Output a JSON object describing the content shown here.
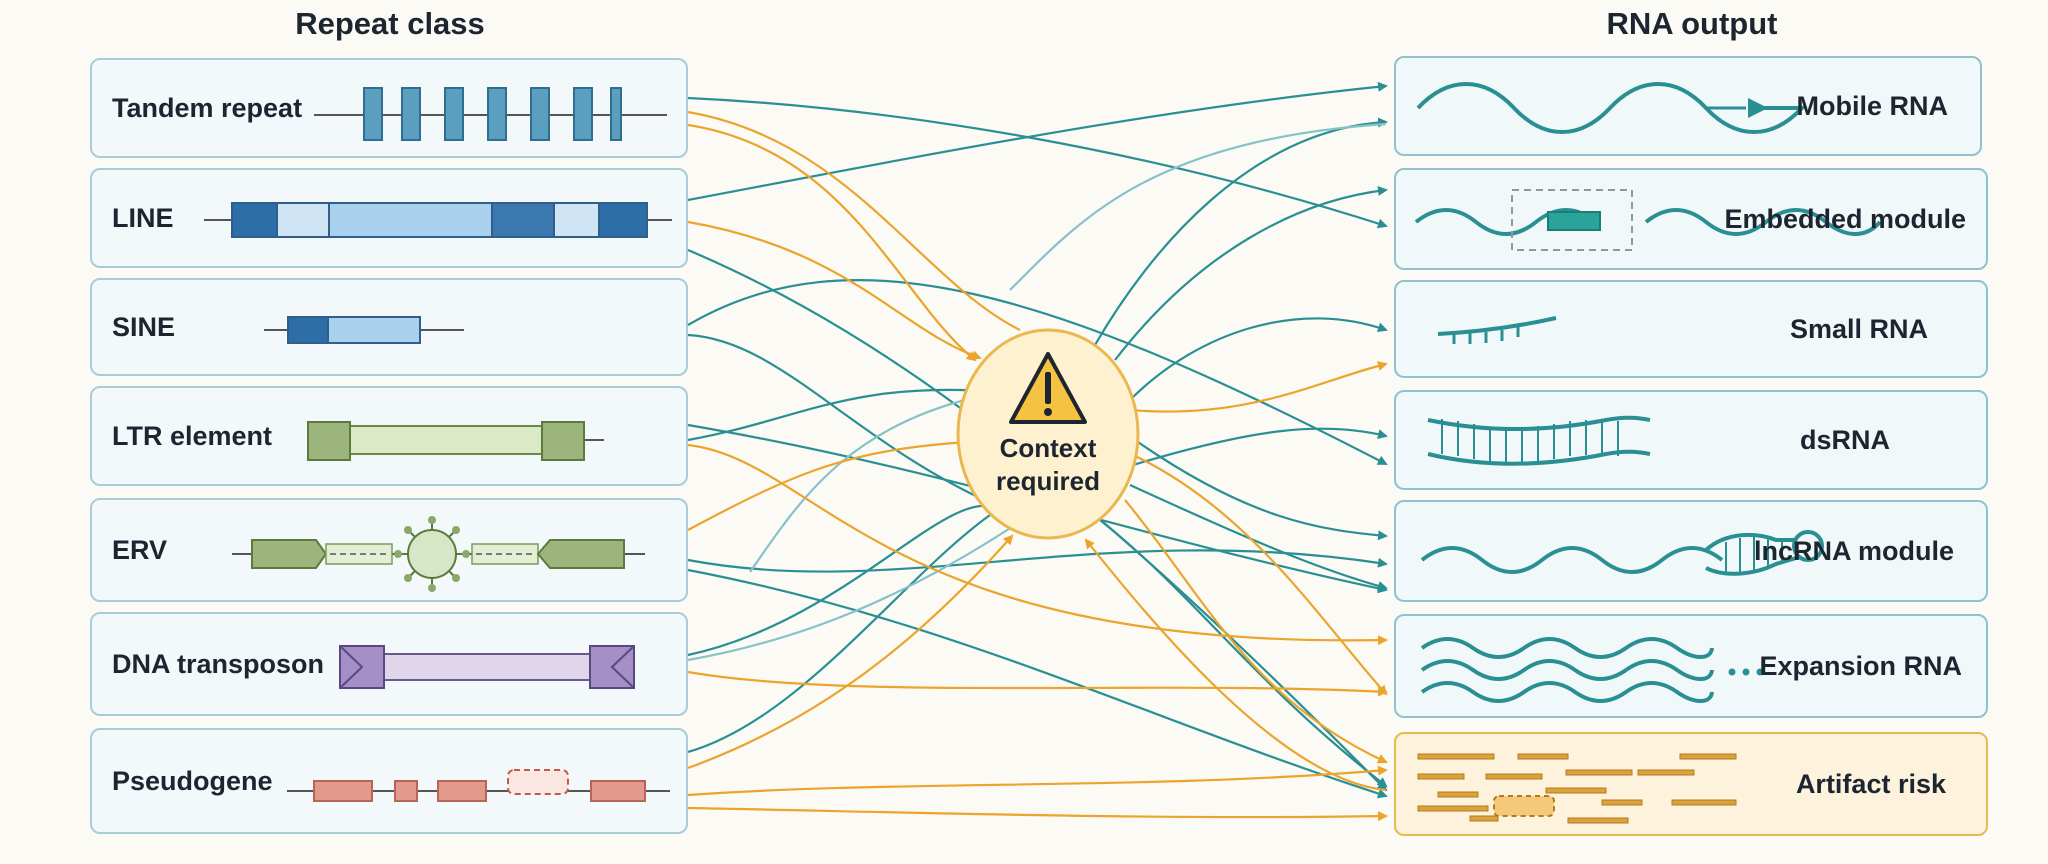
{
  "headers": {
    "left": "Repeat class",
    "right": "RNA output"
  },
  "hub": {
    "line1": "Context",
    "line2": "required",
    "icon": "warning-triangle-icon"
  },
  "repeat_classes": [
    {
      "id": "tandem",
      "label": "Tandem repeat"
    },
    {
      "id": "line",
      "label": "LINE"
    },
    {
      "id": "sine",
      "label": "SINE"
    },
    {
      "id": "ltr",
      "label": "LTR element"
    },
    {
      "id": "erv",
      "label": "ERV"
    },
    {
      "id": "dna",
      "label": "DNA transposon"
    },
    {
      "id": "pseudogene",
      "label": "Pseudogene"
    }
  ],
  "rna_outputs": [
    {
      "id": "mobile",
      "label": "Mobile RNA"
    },
    {
      "id": "embedded",
      "label": "Embedded module"
    },
    {
      "id": "small",
      "label": "Small RNA"
    },
    {
      "id": "dsrna",
      "label": "dsRNA"
    },
    {
      "id": "lncrna",
      "label": "lncRNA module"
    },
    {
      "id": "expansion",
      "label": "Expansion RNA"
    },
    {
      "id": "artifact",
      "label": "Artifact risk"
    }
  ],
  "colors": {
    "teal": "#2a8f93",
    "orange": "#eba42c",
    "hub_fill": "#fdf1cf",
    "hub_border": "#ebb850"
  }
}
